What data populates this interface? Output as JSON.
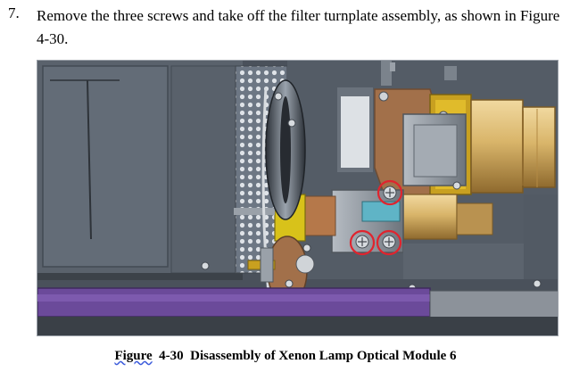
{
  "step": {
    "number": "7.",
    "text": "Remove the three screws and take off the filter turnplate assembly, as shown in Figure 4-30."
  },
  "caption": {
    "figure_word": "Figure",
    "label": "4-30  Disassembly of Xenon Lamp Optical Module 6"
  },
  "colors": {
    "highlight_circle": "#e0242e",
    "purple_rail": "#6b4a9a",
    "gold": "#c8a020",
    "tan_lens": "#d9b56a",
    "copper": "#b5784a",
    "yellow_block": "#d8c21a",
    "cyan_part": "#5fb4c6"
  }
}
